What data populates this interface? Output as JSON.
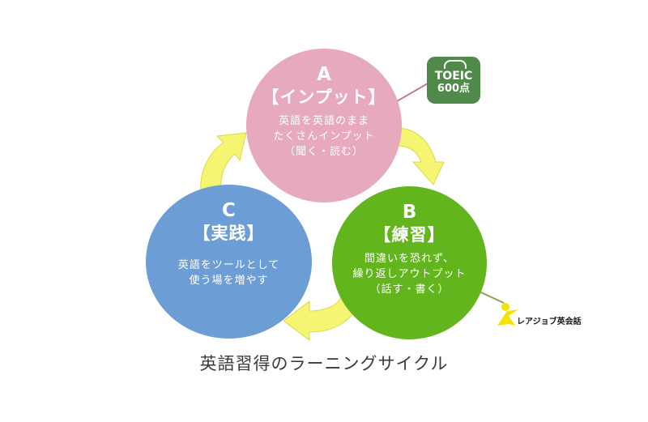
{
  "cycle": {
    "a": {
      "letter": "A",
      "title": "【インプット】",
      "desc": [
        "英語を英語のまま",
        "たくさんインプット",
        "（聞く・読む）"
      ],
      "color": "#e7a9bd"
    },
    "b": {
      "letter": "B",
      "title": "【練習】",
      "desc": [
        "間違いを恐れず、",
        "繰り返しアウトプット",
        "（話す・書く）"
      ],
      "color": "#63b51e"
    },
    "c": {
      "letter": "C",
      "title": "【実践】",
      "desc": [
        "英語をツールとして",
        "使う場を増やす"
      ],
      "color": "#6c9dd5"
    },
    "arrow_color": "#f5f571"
  },
  "badge": {
    "line1": "TOEIC",
    "line2": "600点",
    "color": "#4f8a4a"
  },
  "logo": {
    "text": "レアジョブ英会話",
    "mark_color": "#f2e300"
  },
  "caption": "英語習得のラーニングサイクル"
}
